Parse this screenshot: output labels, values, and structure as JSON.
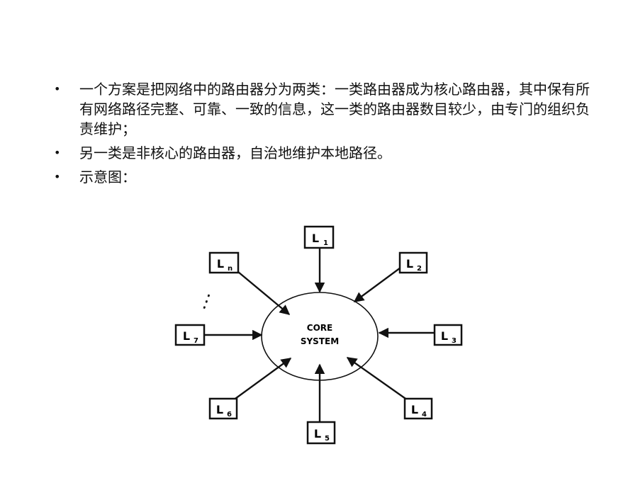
{
  "bullets": [
    {
      "text": "一个方案是把网络中的路由器分为两类：一类路由器成为核心路由器，其中保有所有网络路径完整、可靠、一致的信息，这一类的路由器数目较少，由专门的组织负责维护；"
    },
    {
      "text": "另一类是非核心的路由器，自治地维护本地路径。"
    },
    {
      "text": "示意图："
    }
  ],
  "diagram": {
    "core_line1": "CORE",
    "core_line2": "SYSTEM",
    "nodes": [
      {
        "base": "L",
        "sub": "1"
      },
      {
        "base": "L",
        "sub": "2"
      },
      {
        "base": "L",
        "sub": "3"
      },
      {
        "base": "L",
        "sub": "4"
      },
      {
        "base": "L",
        "sub": "5"
      },
      {
        "base": "L",
        "sub": "6"
      },
      {
        "base": "L",
        "sub": "7"
      },
      {
        "base": "L",
        "sub": "n"
      }
    ],
    "ellipsis": "⋮"
  }
}
